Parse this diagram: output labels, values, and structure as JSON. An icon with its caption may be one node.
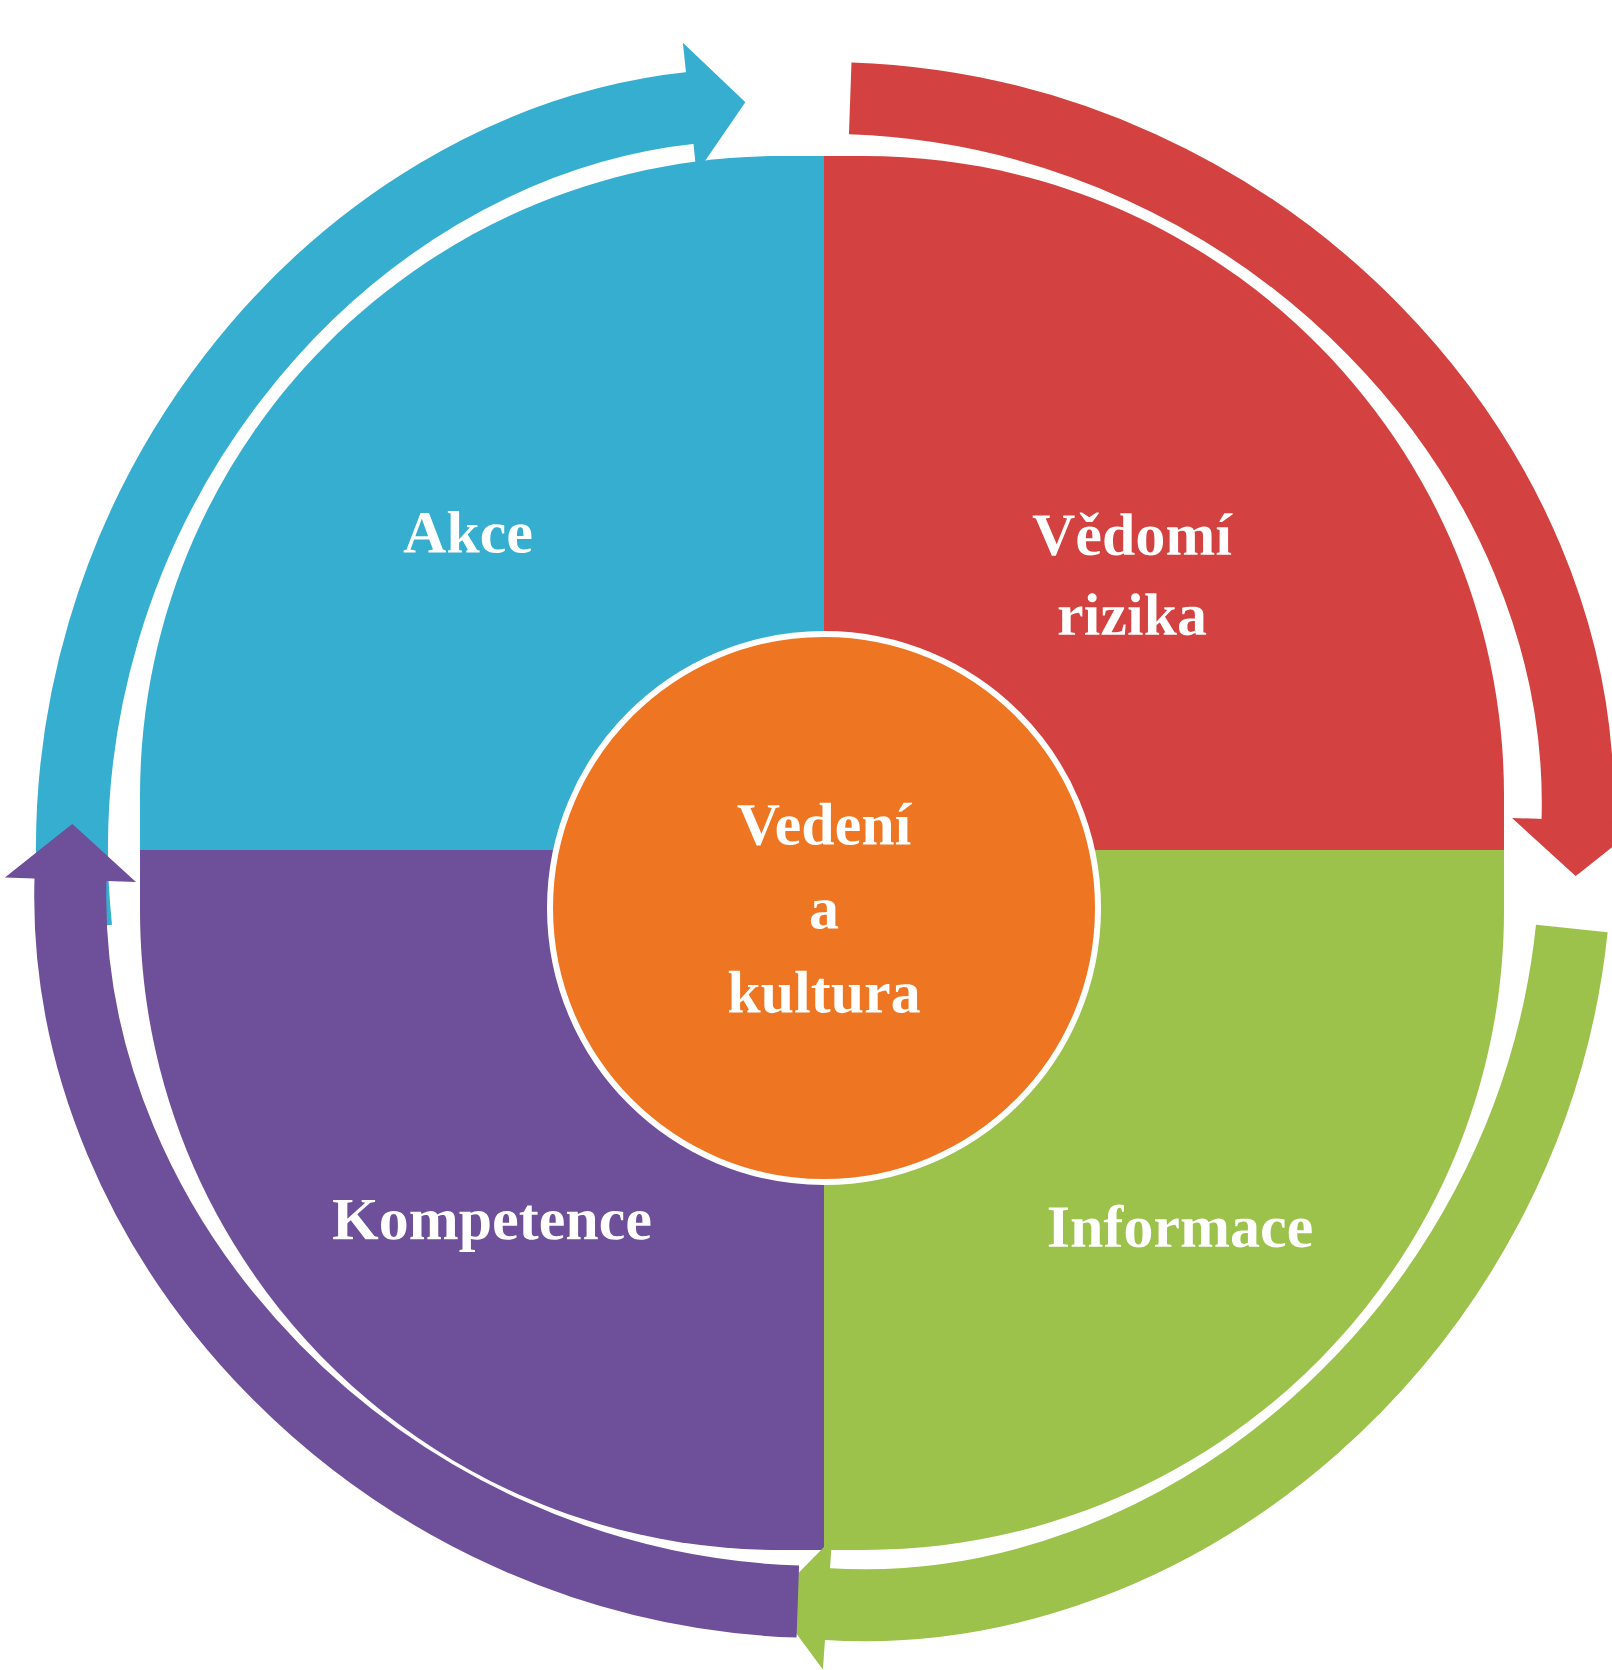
{
  "diagram": {
    "nodes": [
      {
        "text": [
          "Akce"
        ]
      },
      {
        "text": [
          "Vědomí rizika"
        ]
      },
      {
        "text": [
          "Vedení a kultura"
        ]
      },
      {
        "text": [
          "Kompetence"
        ]
      },
      {
        "text": [
          "Informace"
        ]
      }
    ]
  }
}
